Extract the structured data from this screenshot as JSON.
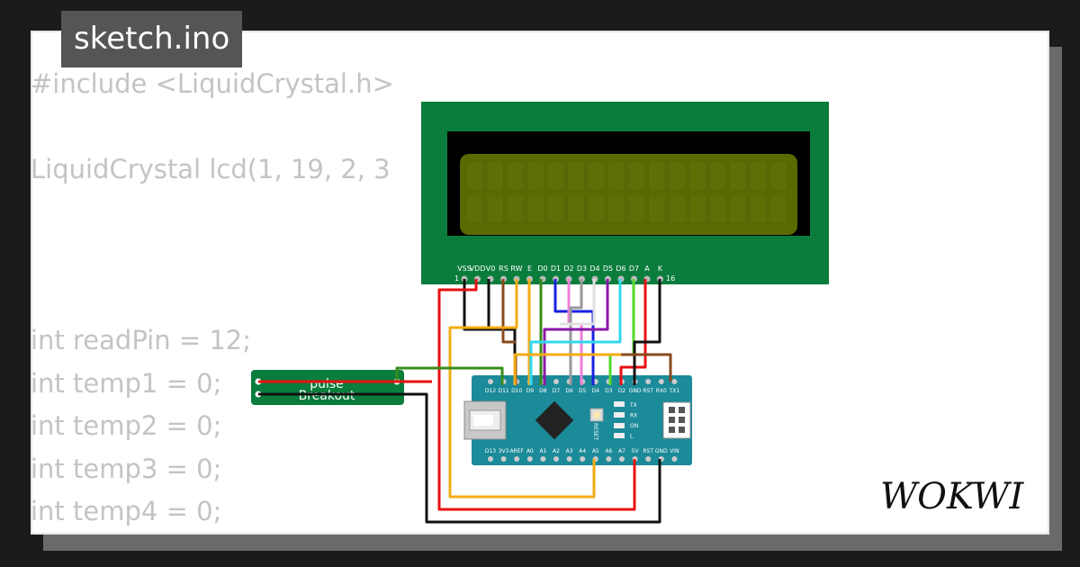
{
  "title": "sketch.ino",
  "brand": "WOKWI",
  "code_lines": [
    "#include <LiquidCrystal.h>",
    "",
    "LiquidCrystal lcd(1, 19, 2, 3",
    "",
    "",
    "",
    "int readPin = 12;",
    "int temp1 = 0;",
    "int temp2 = 0;",
    "int temp3 = 0;",
    "int temp4 = 0;"
  ],
  "lcd": {
    "pins_left": [
      "VSS",
      "VDD",
      "V0",
      "RS",
      "RW",
      "E",
      "D0",
      "D1",
      "D2",
      "D3",
      "D4",
      "D5",
      "D6",
      "D7",
      "A",
      "K"
    ],
    "pin_first": "1",
    "pin_last": "16"
  },
  "breakout": {
    "line1": "pulse",
    "line2": "Breakout"
  },
  "nano": {
    "top_pins": [
      "D12",
      "D11",
      "D10",
      "D9",
      "D8",
      "D7",
      "D6",
      "D5",
      "D4",
      "D3",
      "D2",
      "GND",
      "RST",
      "RX0",
      "TX1"
    ],
    "bottom_pins": [
      "D13",
      "3V3",
      "AREF",
      "A0",
      "A1",
      "A2",
      "A3",
      "A4",
      "A5",
      "A6",
      "A7",
      "5V",
      "RST",
      "GND",
      "VIN"
    ],
    "reset_label": "RESET",
    "led_labels": [
      "TX",
      "RX",
      "ON",
      "L"
    ]
  },
  "colors": {
    "pcb_green": "#0a7d3c",
    "lcd_screen": "#5b6a00",
    "nano_blue": "#1b8a99",
    "badge_bg": "#555555",
    "wire_red": "#e81010",
    "wire_black": "#111111",
    "wire_orange": "#f4ac14",
    "wire_green": "#3a8c1a",
    "wire_brown": "#8a4a1c",
    "wire_cyan": "#30d8f0",
    "wire_purple": "#8a18a8",
    "wire_blue": "#1a20e0",
    "wire_pink": "#f080d8",
    "wire_gray": "#999999",
    "wire_lime": "#52d82a"
  }
}
